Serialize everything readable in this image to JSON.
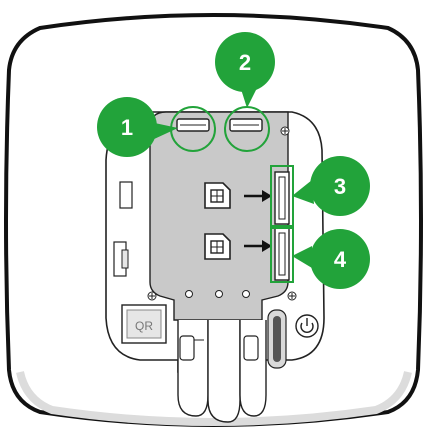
{
  "colors": {
    "accent": "#22a33a",
    "outline": "#000000",
    "board": "#c9c9c9",
    "body": "#ffffff",
    "shadow": "#d9d9d9"
  },
  "callouts": [
    {
      "number": "1",
      "target": "sim-slot-1"
    },
    {
      "number": "2",
      "target": "sim-slot-2"
    },
    {
      "number": "3",
      "target": "sim-holder-1"
    },
    {
      "number": "4",
      "target": "sim-holder-2"
    }
  ],
  "labels": {
    "qr": "QR",
    "power_icon": "power-icon",
    "sim_icon": "sim-card-icon"
  }
}
